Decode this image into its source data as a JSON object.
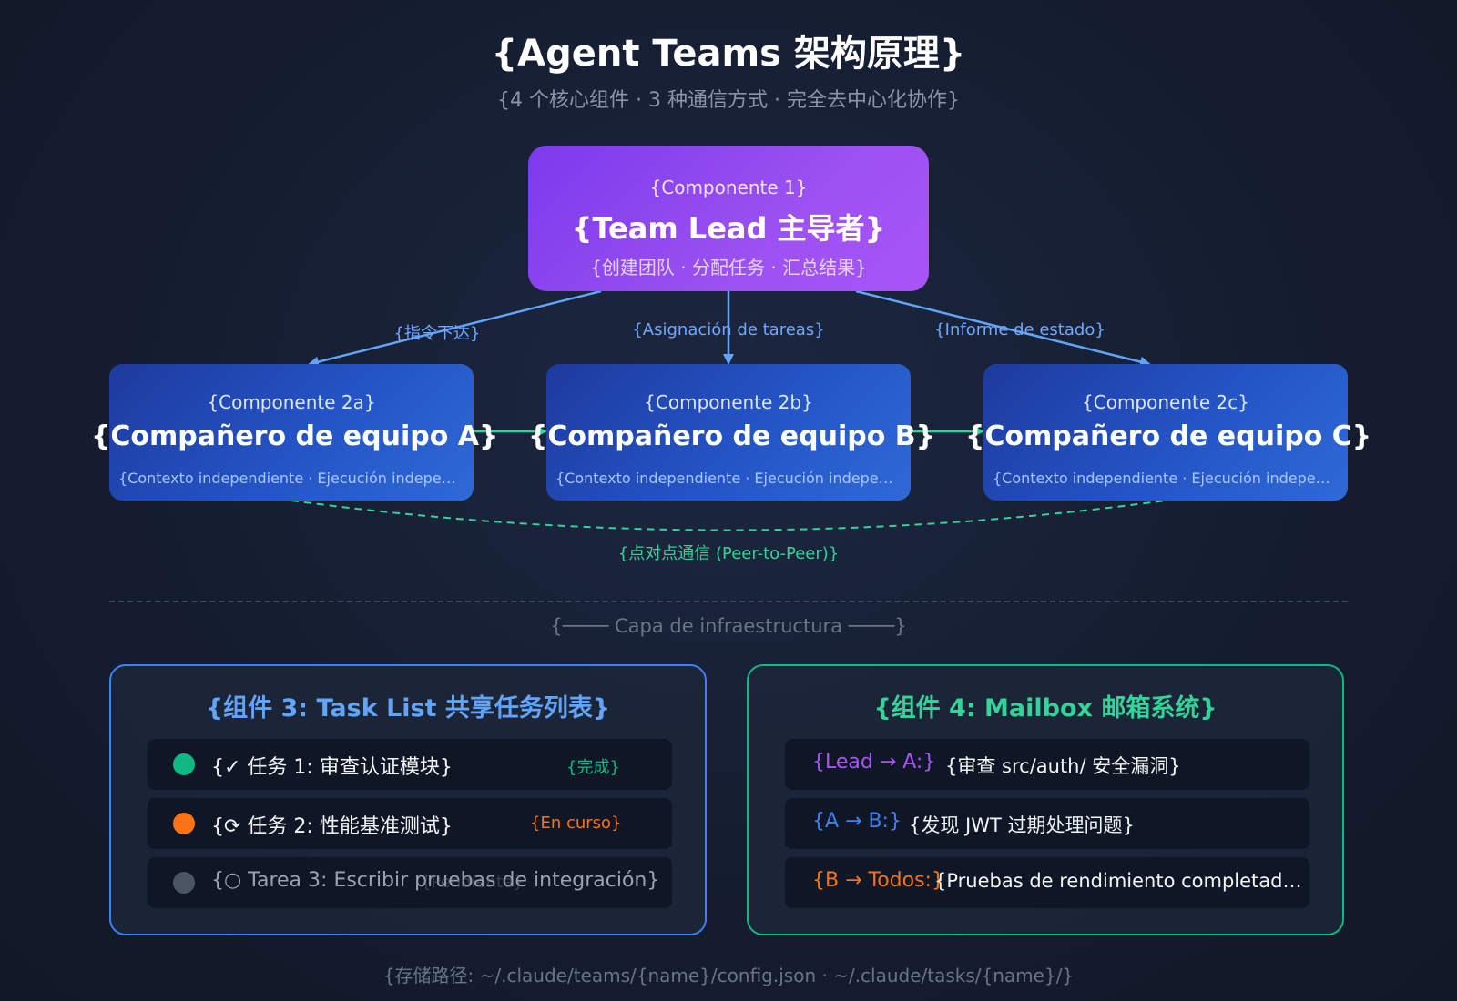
{
  "title": "{Agent Teams 架构原理}",
  "subtitle": "{4 个核心组件 · 3 种通信方式 · 完全去中心化协作}",
  "lead": {
    "caption": "{Componente 1}",
    "name": "{Team Lead 主导者}",
    "desc": "{创建团队 · 分配任务 · 汇总结果}"
  },
  "teammates": [
    {
      "caption": "{Componente 2a}",
      "name": "{Compañero de equipo A}",
      "desc": "{Contexto independiente · Ejecución independiente}"
    },
    {
      "caption": "{Componente 2b}",
      "name": "{Compañero de equipo B}",
      "desc": "{Contexto independiente · Ejecución independiente}"
    },
    {
      "caption": "{Componente 2c}",
      "name": "{Compañero de equipo C}",
      "desc": "{Contexto independiente · Ejecución independiente}"
    }
  ],
  "links": {
    "command": "{指令下达}",
    "assign": "{Asignación de tareas}",
    "report": "{Informe de estado}",
    "p2p": "{点对点通信 (Peer-to-Peer)}"
  },
  "infra_label": "{──── Capa de infraestructura ────}",
  "task_list": {
    "title": "{组件 3: Task List 共享任务列表}",
    "items": [
      {
        "text": "{✓ 任务 1: 审查认证模块}",
        "status": "{完成}",
        "dot_color": "#10b981",
        "status_color": "#10b981"
      },
      {
        "text": "{⟳ 任务 2: 性能基准测试}",
        "status": "{En curso}",
        "dot_color": "#f97316",
        "status_color": "#f97316"
      },
      {
        "text": "{○ Tarea 3: Escribir pruebas de integración}",
        "status": "{Pendiente}",
        "dot_color": "#4b5563",
        "status_color": "#6b7280"
      }
    ]
  },
  "mailbox": {
    "title": "{组件 4: Mailbox 邮箱系统}",
    "messages": [
      {
        "from": "{Lead → A:}",
        "text": "{审查 src/auth/ 安全漏洞}",
        "color": "#a855f7"
      },
      {
        "from": "{A → B:}",
        "text": "{发现 JWT 过期处理问题}",
        "color": "#3b82f6"
      },
      {
        "from": "{B → Todos:}",
        "text": "{Pruebas de rendimiento completadas, se encontró un cuello de botella}",
        "color": "#f97316"
      }
    ]
  },
  "footer": "{存储路径: ~/.claude/teams/{name}/config.json · ~/.claude/tasks/{name}/}",
  "colors": {
    "lead": "#7c3aed",
    "teammate": "#2454c5",
    "link_blue": "#60a5fa",
    "link_green": "#34d399"
  }
}
